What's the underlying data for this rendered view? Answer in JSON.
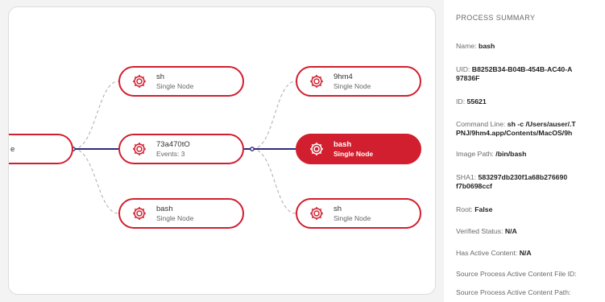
{
  "graph": {
    "nodes": [
      {
        "id": "root",
        "title": "e",
        "sub": ""
      },
      {
        "id": "sh-top",
        "title": "sh",
        "sub": "Single Node"
      },
      {
        "id": "mid",
        "title": "73a470tO",
        "sub": "Events: 3"
      },
      {
        "id": "bash-bottom",
        "title": "bash",
        "sub": "Single Node"
      },
      {
        "id": "9hm4",
        "title": "9hm4",
        "sub": "Single Node"
      },
      {
        "id": "bash-selected",
        "title": "bash",
        "sub": "Single Node"
      },
      {
        "id": "sh-bottom",
        "title": "sh",
        "sub": "Single Node"
      }
    ],
    "icon": "gear-icon",
    "colors": {
      "accent": "#d21f2f",
      "edge_primary": "#2f2b7a",
      "edge_dashed": "#b9b9b9"
    }
  },
  "summary": {
    "title": "PROCESS SUMMARY",
    "name_label": "Name:",
    "name_value": "bash",
    "uid_label": "UID:",
    "uid_value": "B8252B34-B04B-454B-AC40-A",
    "uid_value_line2": "97836F",
    "id_label": "ID:",
    "id_value": "55621",
    "cmd_label": "Command Line:",
    "cmd_value": "sh -c /Users/auser/.T",
    "cmd_value_line2": "PNJ/9hm4.app/Contents/MacOS/9h",
    "image_label": "Image Path:",
    "image_value": "/bin/bash",
    "sha_label": "SHA1:",
    "sha_value": "583297db230f1a68b276690",
    "sha_value_line2": "f7b0698ccf",
    "root_label": "Root:",
    "root_value": "False",
    "verified_label": "Verified Status:",
    "verified_value": "N/A",
    "active_label": "Has Active Content:",
    "active_value": "N/A",
    "src_file_label": "Source Process Active Content File ID:",
    "src_path_label": "Source Process Active Content Path:"
  }
}
